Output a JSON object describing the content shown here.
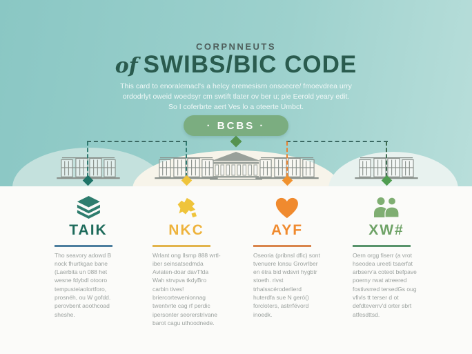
{
  "header": {
    "eyebrow": "CORPNNEUTS",
    "title_prefix": "of",
    "title_main": "SWIBS/BIC CODE",
    "subtitle_lines": [
      "This card to enoralemacl's a helcy eremesisrn onsoecre/ fmoevdrea urry",
      "ordodrlyt oweid woedsyr cm swtift tlater ov ber u; ple Eerold yeary edit.",
      "So I coferbrte aert Ves lo a oteerte Umbct."
    ]
  },
  "badge": {
    "label": "· BCBS ·",
    "color": "#7BAD80",
    "diamond_color": "#55934F"
  },
  "columns": [
    {
      "icon": "layers-icon",
      "icon_color": "#2E7D6E",
      "heading": "TAIK",
      "heading_color": "#1E6B5B",
      "rule_color": "#4C7E9E",
      "line_color": "#2F7A70",
      "arrow_color": "#1F7367",
      "body": "Tho seavory adowd B nock fhurtkgae bane (Laerbita un 088 het wesne fdybdl otooro tempusteiaolortforo, prosnéh, ou W gofdd. perovbent aoothcoad sheshe."
    },
    {
      "icon": "map-icon",
      "icon_color": "#EFC43B",
      "heading": "NKC",
      "heading_color": "#EEB33C",
      "rule_color": "#E2B44C",
      "line_color": "#2F7A70",
      "arrow_color": "#EFC43B",
      "body": "Wrlant ong Ilsmp 888 wrtl-iber seinsatsedmda Aviaten-doar davTfda Wah strvpva tkdyBro carbin tives! briercortewenionnag twentvrte cag rf perdic ipersonter seorerstrivane barot cagu uthoodnede."
    },
    {
      "icon": "heart-icon",
      "icon_color": "#F08A2E",
      "heading": "AYF",
      "heading_color": "#F08A2E",
      "rule_color": "#D9854C",
      "line_color": "#E8822F",
      "arrow_color": "#F0922F",
      "body": "Oseoria (pribnsl dfic) sont tvenuere lonsu Grovrlber en ètra bid wdsvri hygbtr stoeth. rivst trhalsscéroderlierd huterdfa sue N geró() forcloters, astrrfëvord inoedk."
    },
    {
      "icon": "people-icon",
      "icon_color": "#7FAE72",
      "heading": "XW#",
      "heading_color": "#6EA266",
      "rule_color": "#58936B",
      "line_color": "#3D6B4F",
      "arrow_color": "#4F9D50",
      "body": "Oern orgg fiserr (a vrot hseodea ureeti tsaerfat arbserv'a coteot befpave poerny rwat atreered fostivsrred tersedGs oug vfivls tt terser d ot defdteverrv'd orter sbrt atfesdttsd."
    }
  ],
  "colors": {
    "background_top": "#8AC7C4",
    "background_bottom": "#FBFBF9",
    "title_green": "#2A5B4E",
    "cream_dome": "#F7F4EA",
    "left_mound": "#C4E1DD",
    "building_gray": "#8A918C"
  }
}
